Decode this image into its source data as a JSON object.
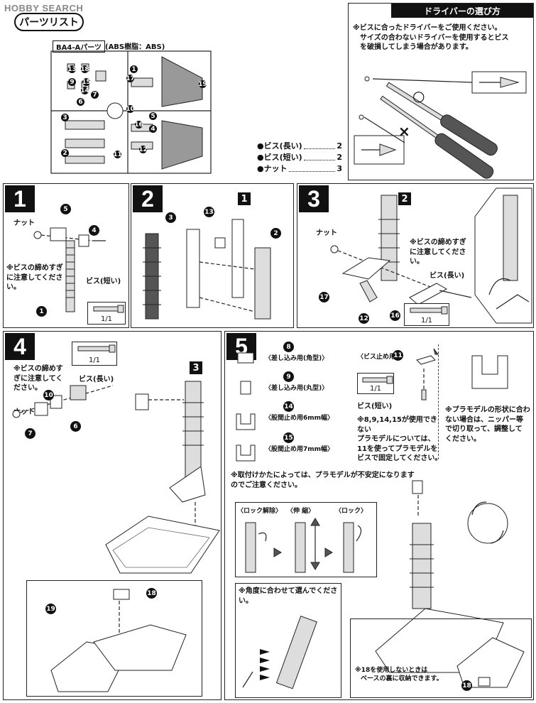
{
  "watermark": "HOBBY SEARCH",
  "parts_list": {
    "title": "パーツリスト",
    "runner_tag": "BA4-Aパーツ",
    "runner_material": "(ABS樹脂：ABS)",
    "items": [
      {
        "label": "●ビス(長い)",
        "count": "2"
      },
      {
        "label": "●ビス(短い)",
        "count": "2"
      },
      {
        "label": "●ナット",
        "count": "3"
      }
    ],
    "runner_numbers": [
      "13",
      "18",
      "1",
      "3",
      "2",
      "17",
      "19",
      "6",
      "10",
      "11",
      "15",
      "16",
      "9",
      "14",
      "12",
      "5",
      "4",
      "7"
    ]
  },
  "driver_guide": {
    "title": "ドライバーの選び方",
    "note_line1": "※ビスに合ったドライバーをご使用ください。",
    "note_line2": "サイズの合わないドライバーを使用するとビス",
    "note_line3": "を破損してしまう場合があります。",
    "ok_mark": "○",
    "ng_mark": "×"
  },
  "step1": {
    "number": "1",
    "nut_label": "ナット",
    "caution": "※ビスの締めすぎに注意してください。",
    "screw_label": "ビス(短い)",
    "screw_count": "1/1",
    "parts": [
      "5",
      "4",
      "1"
    ]
  },
  "step2": {
    "number": "2",
    "parts": [
      "3",
      "13",
      "1",
      "2"
    ]
  },
  "step3": {
    "number": "3",
    "nut_label": "ナット",
    "caution": "※ビスの締めすぎに注意してください。",
    "screw_label": "ビス(長い)",
    "screw_count": "1/1",
    "parts": [
      "2",
      "17",
      "12",
      "16"
    ]
  },
  "step4": {
    "number": "4",
    "caution": "※ビスの締めすぎに注意してください。",
    "screw_label": "ビス(長い)",
    "screw_count": "1/1",
    "nut_label": "ナット",
    "parts": [
      "10",
      "6",
      "7",
      "3",
      "18",
      "19"
    ]
  },
  "step5": {
    "number": "5",
    "insert_square": "〈差し込み用(角型)〉",
    "insert_round": "〈差し込み用(丸型)〉",
    "crotch6": "〈股間止め用6mm幅〉",
    "crotch7": "〈股間止め用7mm幅〉",
    "screw_stop": "〈ビス止め用〉",
    "screw_label": "ビス(短い)",
    "screw_count": "1/1",
    "note_line1": "※8,9,14,15が使用できない",
    "note_line2": "プラモデルについては、",
    "note_line3": "11を使ってプラモデルを",
    "note_line4": "ビスで固定してください。",
    "cut_line1": "※プラモデルの形状に合わ",
    "cut_line2": "ない場合は、ニッパー等",
    "cut_line3": "で切り取って、調整して",
    "cut_line4": "ください。",
    "instability": "※取付けかたによっては、プラモデルが不安定になりますのでご注意ください。",
    "lock_release": "〈ロック解除〉",
    "extend": "〈伸 縮〉",
    "lock": "〈ロック〉",
    "angle_note": "※角度に合わせて選んでください。",
    "storage_note1": "※18を使用しないときは",
    "storage_note2": "ベースの裏に収納できます。",
    "parts": [
      "8",
      "9",
      "14",
      "15",
      "11",
      "18"
    ]
  }
}
